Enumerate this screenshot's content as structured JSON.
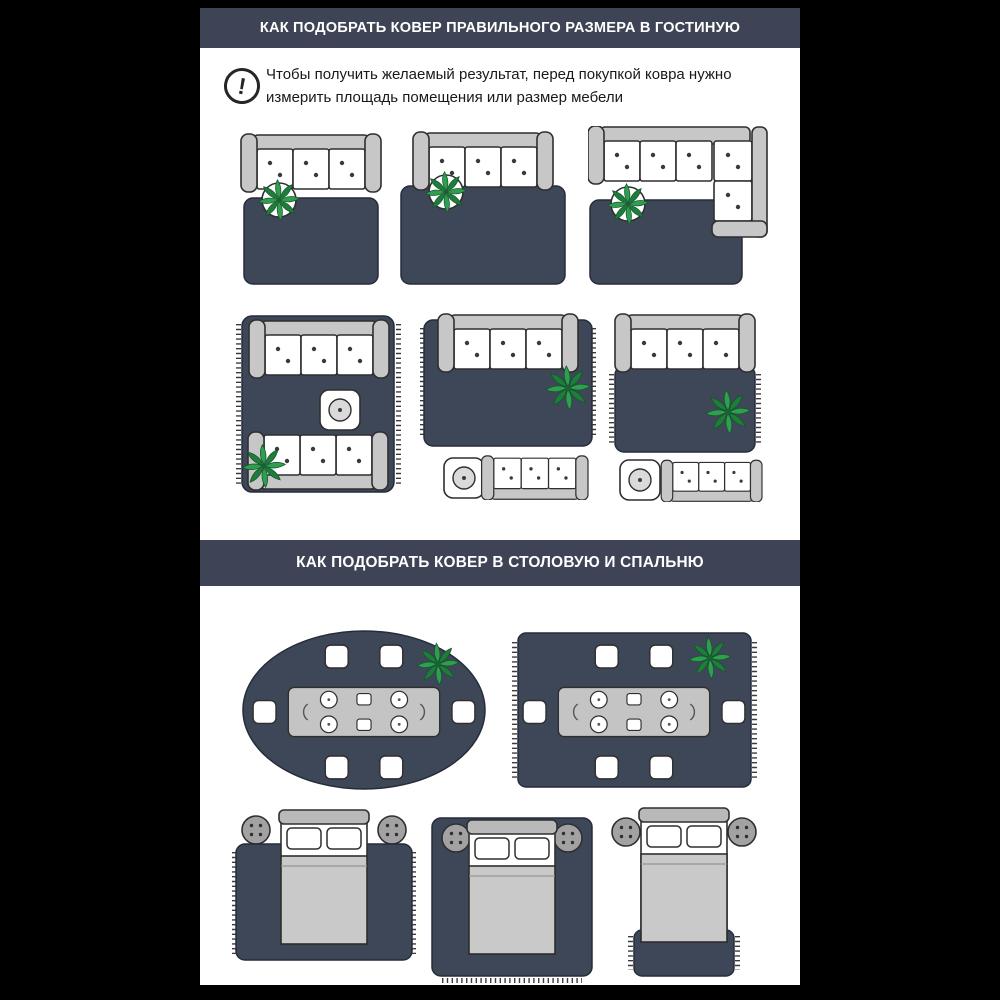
{
  "meta": {
    "language": "ru",
    "kind": "rug-size-infographic"
  },
  "colors": {
    "page_background": "#000000",
    "panel_background": "#ffffff",
    "header_bar": "#3e4456",
    "header_text": "#ffffff",
    "rug": "#3e4757",
    "rug_border": "#252c3b",
    "furniture_fill": "#c7c7c7",
    "furniture_outline": "#2f2f2f",
    "plant_green": "#2f9e4f",
    "plant_green_dark": "#1f7d3a",
    "note_text_color": "#191919"
  },
  "sections": {
    "living_room": {
      "title": "КАК ПОДОБРАТЬ КОВЕР ПРАВИЛЬНОГО РАЗМЕРА В ГОСТИНУЮ",
      "note_icon": "exclamation-icon",
      "note_icon_glyph": "!",
      "note": "Чтобы получить желаемый результат, перед покупкой ковра нужно измерить площадь помещения или размер мебели",
      "diagrams": [
        "sofa-with-rug-in-front",
        "sofa-front-legs-on-wider-rug",
        "corner-sofa-with-rug",
        "two-sofas-coffee-table-on-large-rug",
        "sofa-on-rug-extra-seats-off-rug",
        "sofa-with-small-rug-seats-off-rug"
      ]
    },
    "dining_bedroom": {
      "title": "КАК ПОДОБРАТЬ КОВЕР В СТОЛОВУЮ И СПАЛЬНЮ",
      "diagrams": [
        "oval-rug-dining-table-six-chairs",
        "rect-rug-dining-table-six-chairs",
        "bed-lower-part-on-wide-rug",
        "bed-fully-on-large-rug",
        "bed-with-small-rug-at-foot"
      ]
    }
  }
}
